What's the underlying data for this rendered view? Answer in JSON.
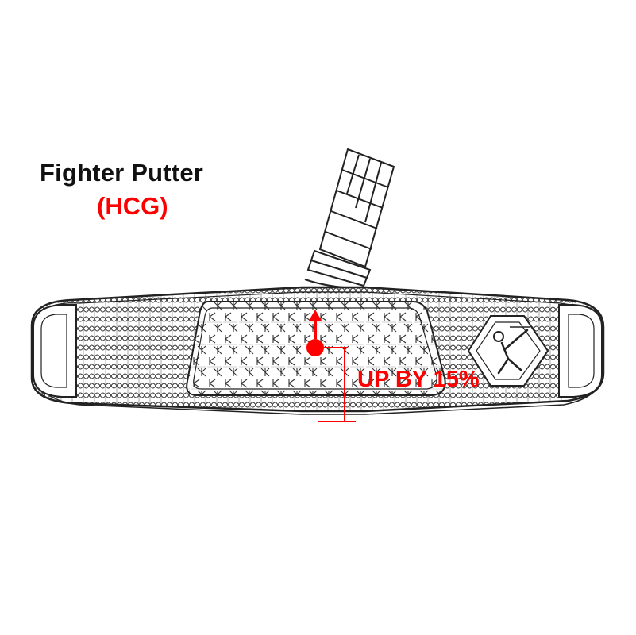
{
  "header": {
    "title": "Fighter Putter",
    "subtitle": "(HCG)"
  },
  "callout": {
    "text": "UP BY 15%"
  },
  "colors": {
    "accent": "#ff0000",
    "line": "#222222",
    "text": "#111111",
    "background": "#ffffff"
  }
}
